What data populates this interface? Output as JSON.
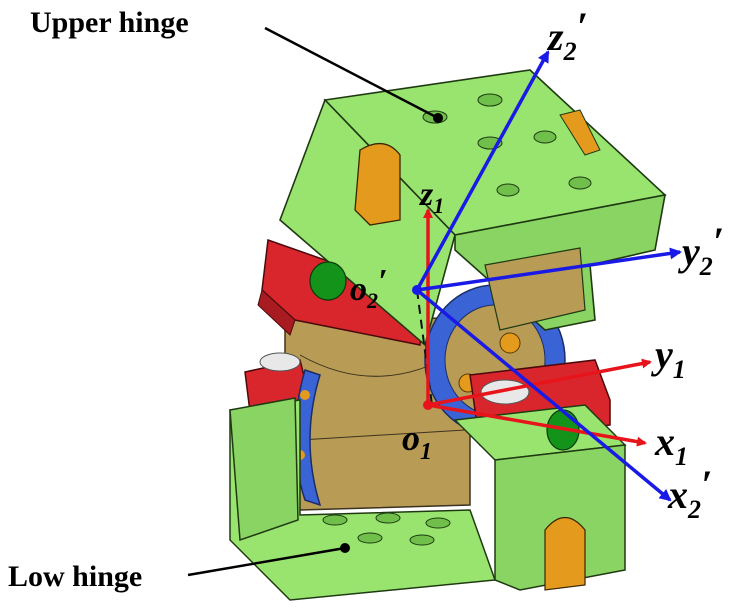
{
  "labels": {
    "upper_hinge": "Upper hinge",
    "low_hinge": "Low hinge"
  },
  "axes": {
    "z1": {
      "base": "z",
      "sub": "1",
      "prime": ""
    },
    "y1": {
      "base": "y",
      "sub": "1",
      "prime": ""
    },
    "x1": {
      "base": "x",
      "sub": "1",
      "prime": ""
    },
    "o1": {
      "base": "o",
      "sub": "1",
      "prime": ""
    },
    "z2p": {
      "base": "z",
      "sub": "2",
      "prime": "′"
    },
    "y2p": {
      "base": "y",
      "sub": "2",
      "prime": "′"
    },
    "x2p": {
      "base": "x",
      "sub": "2",
      "prime": "′"
    },
    "o2p": {
      "base": "o",
      "sub": "2",
      "prime": "′"
    }
  },
  "colors": {
    "frame1_axes": "#e8141b",
    "frame2_axes": "#1a1ae6",
    "hinge_body": "#99e46f",
    "hinge_shadow": "#6fbf4a",
    "red_part": "#d9262c",
    "dark_red": "#a81b20",
    "blue_part": "#3a64d6",
    "bronze": "#b89b55",
    "orange_hole": "#e49a1c",
    "green_pin": "#14931a"
  }
}
